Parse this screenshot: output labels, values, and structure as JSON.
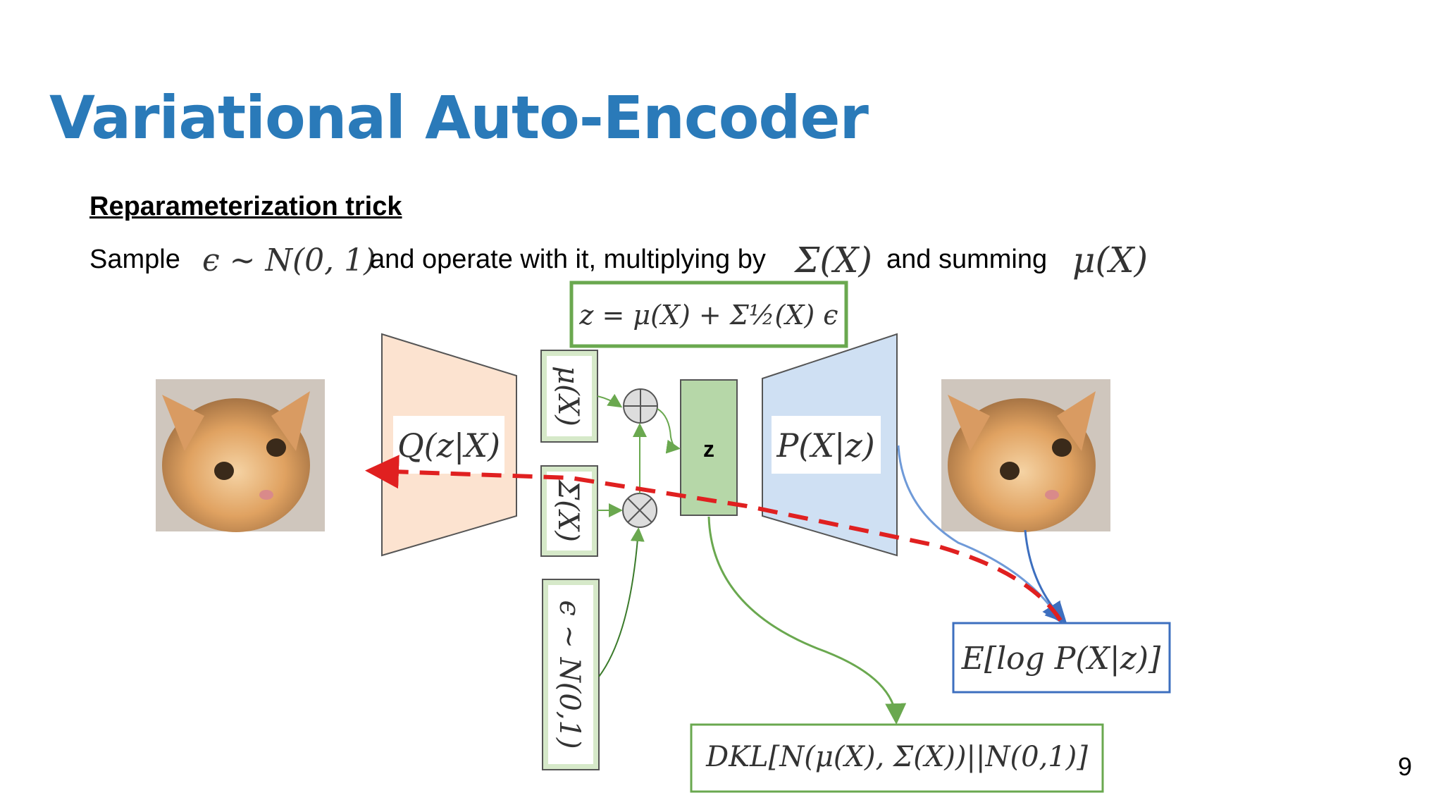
{
  "slide": {
    "title": "Variational Auto-Encoder",
    "subtitle": "Reparameterization trick",
    "sample_label": "Sample",
    "epsilon_expr": "ϵ ∼ N(0, 1)",
    "operate_text": "and operate with it, multiplying by",
    "sigma_expr": "Σ(X)",
    "summing_text": "and summing",
    "mu_expr": "μ(X)",
    "page_number": "9"
  },
  "diagram": {
    "z_formula": "z = μ(X) + Σ½(X) ϵ",
    "encoder_label": "Q(z|X)",
    "decoder_label": "P(X|z)",
    "mu_box": "μ(X)",
    "sigma_box": "Σ(X)",
    "eps_box": "ϵ ∼ N(0,1)",
    "z_box": "z",
    "recon_loss": "E[log P(X|z)]",
    "kl_loss": "DKL[N(μ(X), Σ(X))||N(0,1)]",
    "input_image": "cat-photo",
    "output_image": "cat-photo",
    "colors": {
      "title": "#2a7ab9",
      "green_border": "#6aa84f",
      "blue_border": "#3d6fbf",
      "encoder_fill": "#fce3d0",
      "decoder_fill": "#cfe0f3",
      "z_fill": "#b6d7a8",
      "red_dashed": "#e02020"
    }
  }
}
